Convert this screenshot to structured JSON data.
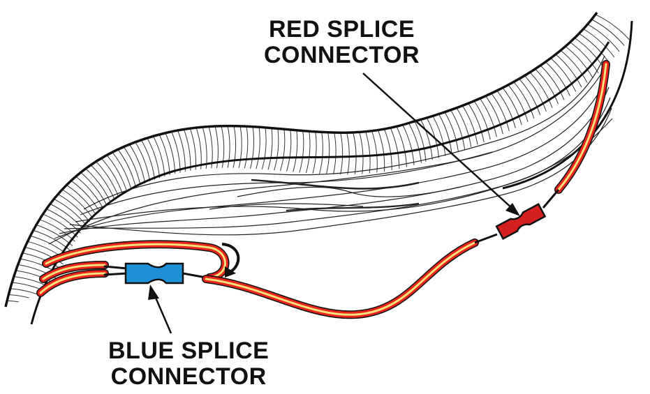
{
  "labels": {
    "red_splice": {
      "line1": "RED SPLICE",
      "line2": "CONNECTOR",
      "color": "#cc2222"
    },
    "blue_splice": {
      "line1": "BLUE SPLICE",
      "line2": "CONNECTOR",
      "color": "#1e90d6"
    }
  },
  "colors": {
    "wire_outer": "#e8241c",
    "wire_inner": "#f5e07a",
    "outline": "#111111",
    "background": "#ffffff"
  }
}
